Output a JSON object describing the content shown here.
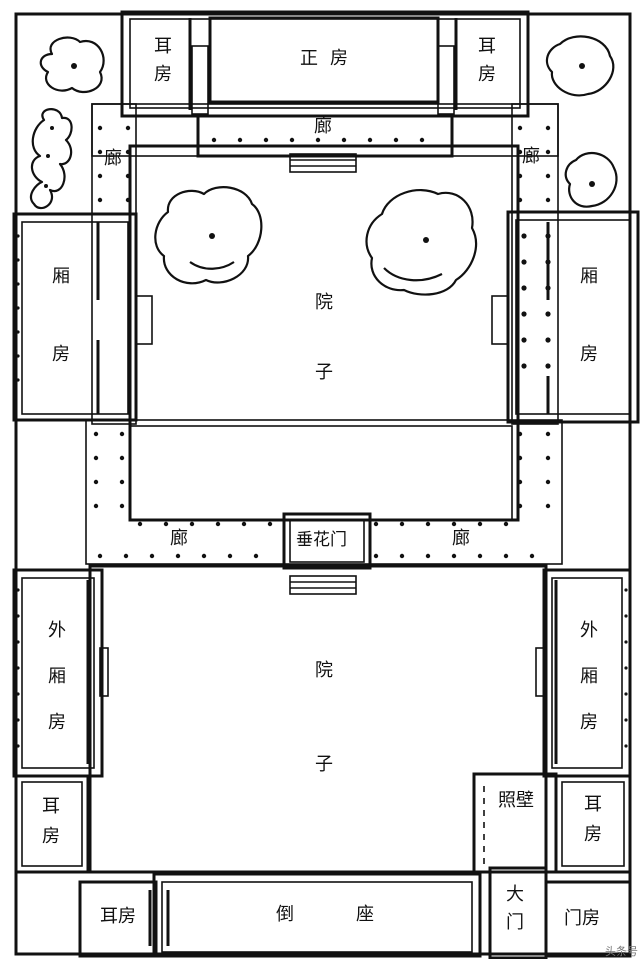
{
  "labels": {
    "main_house": "正房",
    "ear_room_top_left": "耳房",
    "ear_room_top_right": "耳房",
    "corridor_top": "廊",
    "corridor_left": "廊",
    "corridor_right": "廊",
    "wing_room_left": "厢房",
    "wing_room_right": "厢房",
    "courtyard_inner": "院子",
    "corridor_bottom_left": "廊",
    "corridor_bottom_right": "廊",
    "hanging_flower_gate": "垂花门",
    "outer_wing_left": "外厢房",
    "outer_wing_right": "外厢房",
    "courtyard_outer": "院子",
    "ear_room_mid_left": "耳房",
    "ear_room_mid_right": "耳房",
    "screen_wall": "照壁",
    "ear_room_bottom_left": "耳房",
    "reverse_house": "倒座",
    "main_gate": "大门",
    "gate_room": "门房"
  },
  "watermark": "头条号"
}
